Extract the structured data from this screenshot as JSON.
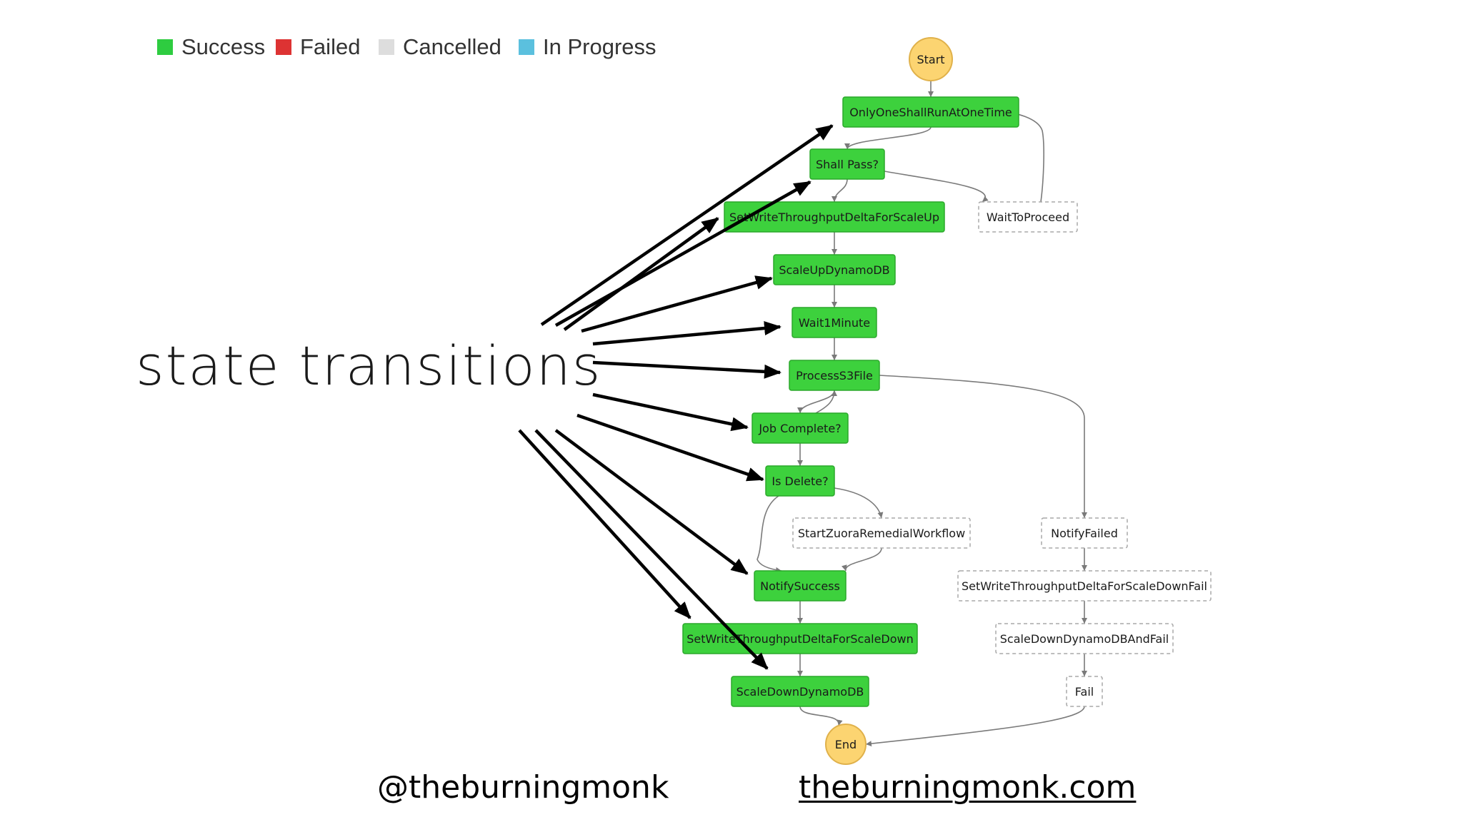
{
  "legend": [
    {
      "label": "Success",
      "color": "#2ecc40"
    },
    {
      "label": "Failed",
      "color": "#dd3333"
    },
    {
      "label": "Cancelled",
      "color": "#dddddd"
    },
    {
      "label": "In Progress",
      "color": "#5bc0de"
    }
  ],
  "annotation": "state transitions",
  "footer": {
    "handle": "@theburningmonk",
    "site": "theburningmonk.com"
  },
  "colors": {
    "success_fill": "#3dd13d",
    "success_border": "#2ba82b",
    "terminal_fill": "#fcd471",
    "terminal_border": "#e0b14a",
    "inactive_border": "#a9a9a9",
    "edge": "#7a7a7a",
    "arrow": "#000000"
  },
  "nodes": [
    {
      "id": "start",
      "label": "Start",
      "kind": "terminal"
    },
    {
      "id": "onlyone",
      "label": "OnlyOneShallRunAtOneTime",
      "kind": "success"
    },
    {
      "id": "shallpass",
      "label": "Shall Pass?",
      "kind": "success"
    },
    {
      "id": "waittoproceed",
      "label": "WaitToProceed",
      "kind": "inactive"
    },
    {
      "id": "setscaleup",
      "label": "SetWriteThroughputDeltaForScaleUp",
      "kind": "success"
    },
    {
      "id": "scaleup",
      "label": "ScaleUpDynamoDB",
      "kind": "success"
    },
    {
      "id": "wait1",
      "label": "Wait1Minute",
      "kind": "success"
    },
    {
      "id": "process",
      "label": "ProcessS3File",
      "kind": "success"
    },
    {
      "id": "jobcomplete",
      "label": "Job Complete?",
      "kind": "success"
    },
    {
      "id": "isdelete",
      "label": "Is Delete?",
      "kind": "success"
    },
    {
      "id": "startzuora",
      "label": "StartZuoraRemedialWorkflow",
      "kind": "inactive"
    },
    {
      "id": "notifyfailed",
      "label": "NotifyFailed",
      "kind": "inactive"
    },
    {
      "id": "notifysuccess",
      "label": "NotifySuccess",
      "kind": "success"
    },
    {
      "id": "setscaledownfail",
      "label": "SetWriteThroughputDeltaForScaleDownFail",
      "kind": "inactive"
    },
    {
      "id": "setscaledown",
      "label": "SetWriteThroughputDeltaForScaleDown",
      "kind": "success"
    },
    {
      "id": "scaledownfail",
      "label": "ScaleDownDynamoDBAndFail",
      "kind": "inactive"
    },
    {
      "id": "scaledown",
      "label": "ScaleDownDynamoDB",
      "kind": "success"
    },
    {
      "id": "fail",
      "label": "Fail",
      "kind": "inactive"
    },
    {
      "id": "end",
      "label": "End",
      "kind": "terminal"
    }
  ],
  "edges": [
    [
      "start",
      "onlyone"
    ],
    [
      "onlyone",
      "shallpass"
    ],
    [
      "shallpass",
      "setscaleup"
    ],
    [
      "shallpass",
      "waittoproceed"
    ],
    [
      "waittoproceed",
      "onlyone"
    ],
    [
      "setscaleup",
      "scaleup"
    ],
    [
      "scaleup",
      "wait1"
    ],
    [
      "wait1",
      "process"
    ],
    [
      "process",
      "jobcomplete"
    ],
    [
      "jobcomplete",
      "process"
    ],
    [
      "process",
      "notifyfailed"
    ],
    [
      "jobcomplete",
      "isdelete"
    ],
    [
      "isdelete",
      "startzuora"
    ],
    [
      "isdelete",
      "notifysuccess"
    ],
    [
      "startzuora",
      "notifysuccess"
    ],
    [
      "notifysuccess",
      "setscaledown"
    ],
    [
      "setscaledown",
      "scaledown"
    ],
    [
      "scaledown",
      "end"
    ],
    [
      "notifyfailed",
      "setscaledownfail"
    ],
    [
      "setscaledownfail",
      "scaledownfail"
    ],
    [
      "scaledownfail",
      "fail"
    ],
    [
      "fail",
      "end"
    ]
  ],
  "pointers": [
    "onlyone",
    "shallpass",
    "setscaleup",
    "scaleup",
    "wait1",
    "process",
    "jobcomplete",
    "isdelete",
    "notifysuccess",
    "setscaledown",
    "scaledown"
  ]
}
